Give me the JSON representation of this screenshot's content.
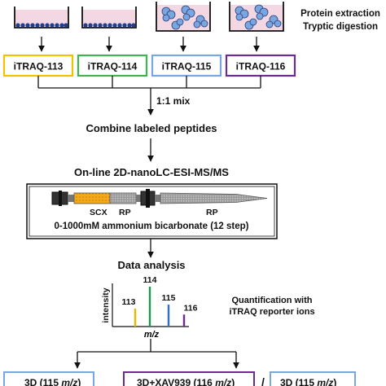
{
  "colors": {
    "box_113": "#f2c200",
    "box_114": "#3fb34f",
    "box_115": "#7aa6e0",
    "box_116": "#6a2d8f",
    "medium": "#f3d8e4",
    "cell_2d": "#1f3f8f",
    "cell_3d": "#7aa6e0",
    "scx": "#f4a81c",
    "peak_113": "#e6b800",
    "peak_114": "#1a9a4a",
    "peak_115": "#2f6fc4",
    "peak_116": "#6a2d8f"
  },
  "labels": {
    "protein_extraction": "Protein extraction",
    "tryptic_digestion": "Tryptic digestion",
    "itraq_113": "iTRAQ-113",
    "itraq_114": "iTRAQ-114",
    "itraq_115": "iTRAQ-115",
    "itraq_116": "iTRAQ-116",
    "mix": "1:1 mix",
    "combine": "Combine labeled peptides",
    "online": "On-line 2D-nanoLC-ESI-MS/MS",
    "scx": "SCX",
    "rp1": "RP",
    "rp2": "RP",
    "gradient": "0-1000mM ammonium bicarbonate (12 step)",
    "data_analysis": "Data analysis",
    "intensity": "intensity",
    "mz_axis": "m/z",
    "quant_line1": "Quantification with",
    "quant_line2": "iTRAQ reporter ions",
    "peak_113": "113",
    "peak_114": "114",
    "peak_115": "115",
    "peak_116": "116",
    "bottom_1_prefix": "3D (115 ",
    "bottom_1_mz": "m/z",
    "bottom_1_suffix": ")",
    "bottom_2_prefix": "3D+XAV939 (116 ",
    "bottom_2_mz": "m/z",
    "bottom_2_suffix": ")",
    "slash": "/",
    "bottom_3_prefix": "3D (115 ",
    "bottom_3_mz": "m/z",
    "bottom_3_suffix": ")"
  },
  "spectrum": {
    "peaks": [
      {
        "label": "113",
        "intensity": 0.45
      },
      {
        "label": "114",
        "intensity": 1.0
      },
      {
        "label": "115",
        "intensity": 0.55
      },
      {
        "label": "116",
        "intensity": 0.3
      }
    ]
  }
}
